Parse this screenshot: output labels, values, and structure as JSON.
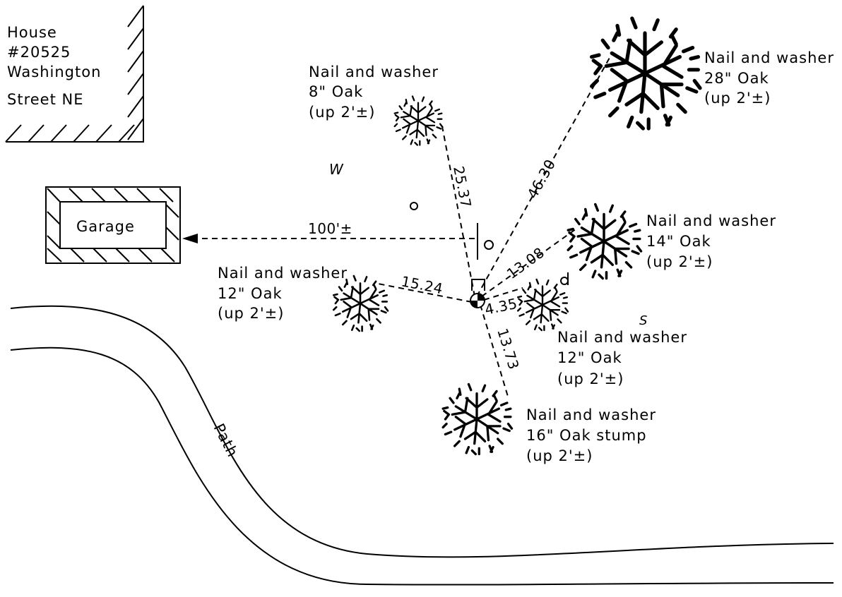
{
  "house": {
    "lines": [
      "House",
      "#20525",
      "Washington",
      "Street NE"
    ]
  },
  "garage": {
    "label": "Garage"
  },
  "path": {
    "label": "Path"
  },
  "compass": {
    "w": "W",
    "s": "S"
  },
  "distances": {
    "to_garage": "100'±",
    "to_8in_oak": "25.37",
    "to_28in_oak": "46.30",
    "to_14in_oak": "13.08",
    "to_12in_oak_west": "15.24",
    "to_12in_oak_east": "4.35",
    "to_16in_stump": "13.73"
  },
  "trees": {
    "oak8": [
      "Nail and washer",
      "8\" Oak",
      "(up 2'±)"
    ],
    "oak28": [
      "Nail and washer",
      "28\" Oak",
      "(up 2'±)"
    ],
    "oak14": [
      "Nail and washer",
      "14\" Oak",
      "(up 2'±)"
    ],
    "oak12_west": [
      "Nail and washer",
      "12\" Oak",
      "(up 2'±)"
    ],
    "oak12_east": [
      "Nail and washer",
      "12\" Oak",
      "(up 2'±)"
    ],
    "stump16": [
      "Nail and washer",
      "16\" Oak stump",
      "(up 2'±)"
    ]
  }
}
